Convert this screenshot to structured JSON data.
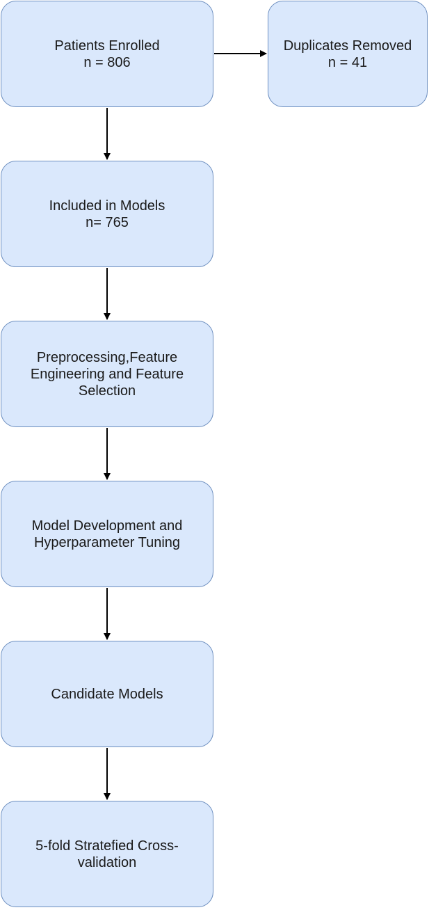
{
  "nodes": {
    "patients_enrolled": "Patients Enrolled\nn = 806",
    "duplicates_removed": "Duplicates Removed\nn = 41",
    "included_in_models": "Included in Models\nn= 765",
    "preprocessing": "Preprocessing,Feature\nEngineering and Feature\nSelection",
    "model_development": "Model Development and\nHyperparameter Tuning",
    "candidate_models": "Candidate Models",
    "cross_validation": "5-fold Stratefied Cross-\nvalidation"
  },
  "edges": [
    {
      "from": "patients_enrolled",
      "to": "duplicates_removed"
    },
    {
      "from": "patients_enrolled",
      "to": "included_in_models"
    },
    {
      "from": "included_in_models",
      "to": "preprocessing"
    },
    {
      "from": "preprocessing",
      "to": "model_development"
    },
    {
      "from": "model_development",
      "to": "candidate_models"
    },
    {
      "from": "candidate_models",
      "to": "cross_validation"
    }
  ],
  "colors": {
    "box_fill": "#dae8fc",
    "box_stroke": "#6c8ebf",
    "arrow": "#000000",
    "text": "#1a1a1a"
  }
}
